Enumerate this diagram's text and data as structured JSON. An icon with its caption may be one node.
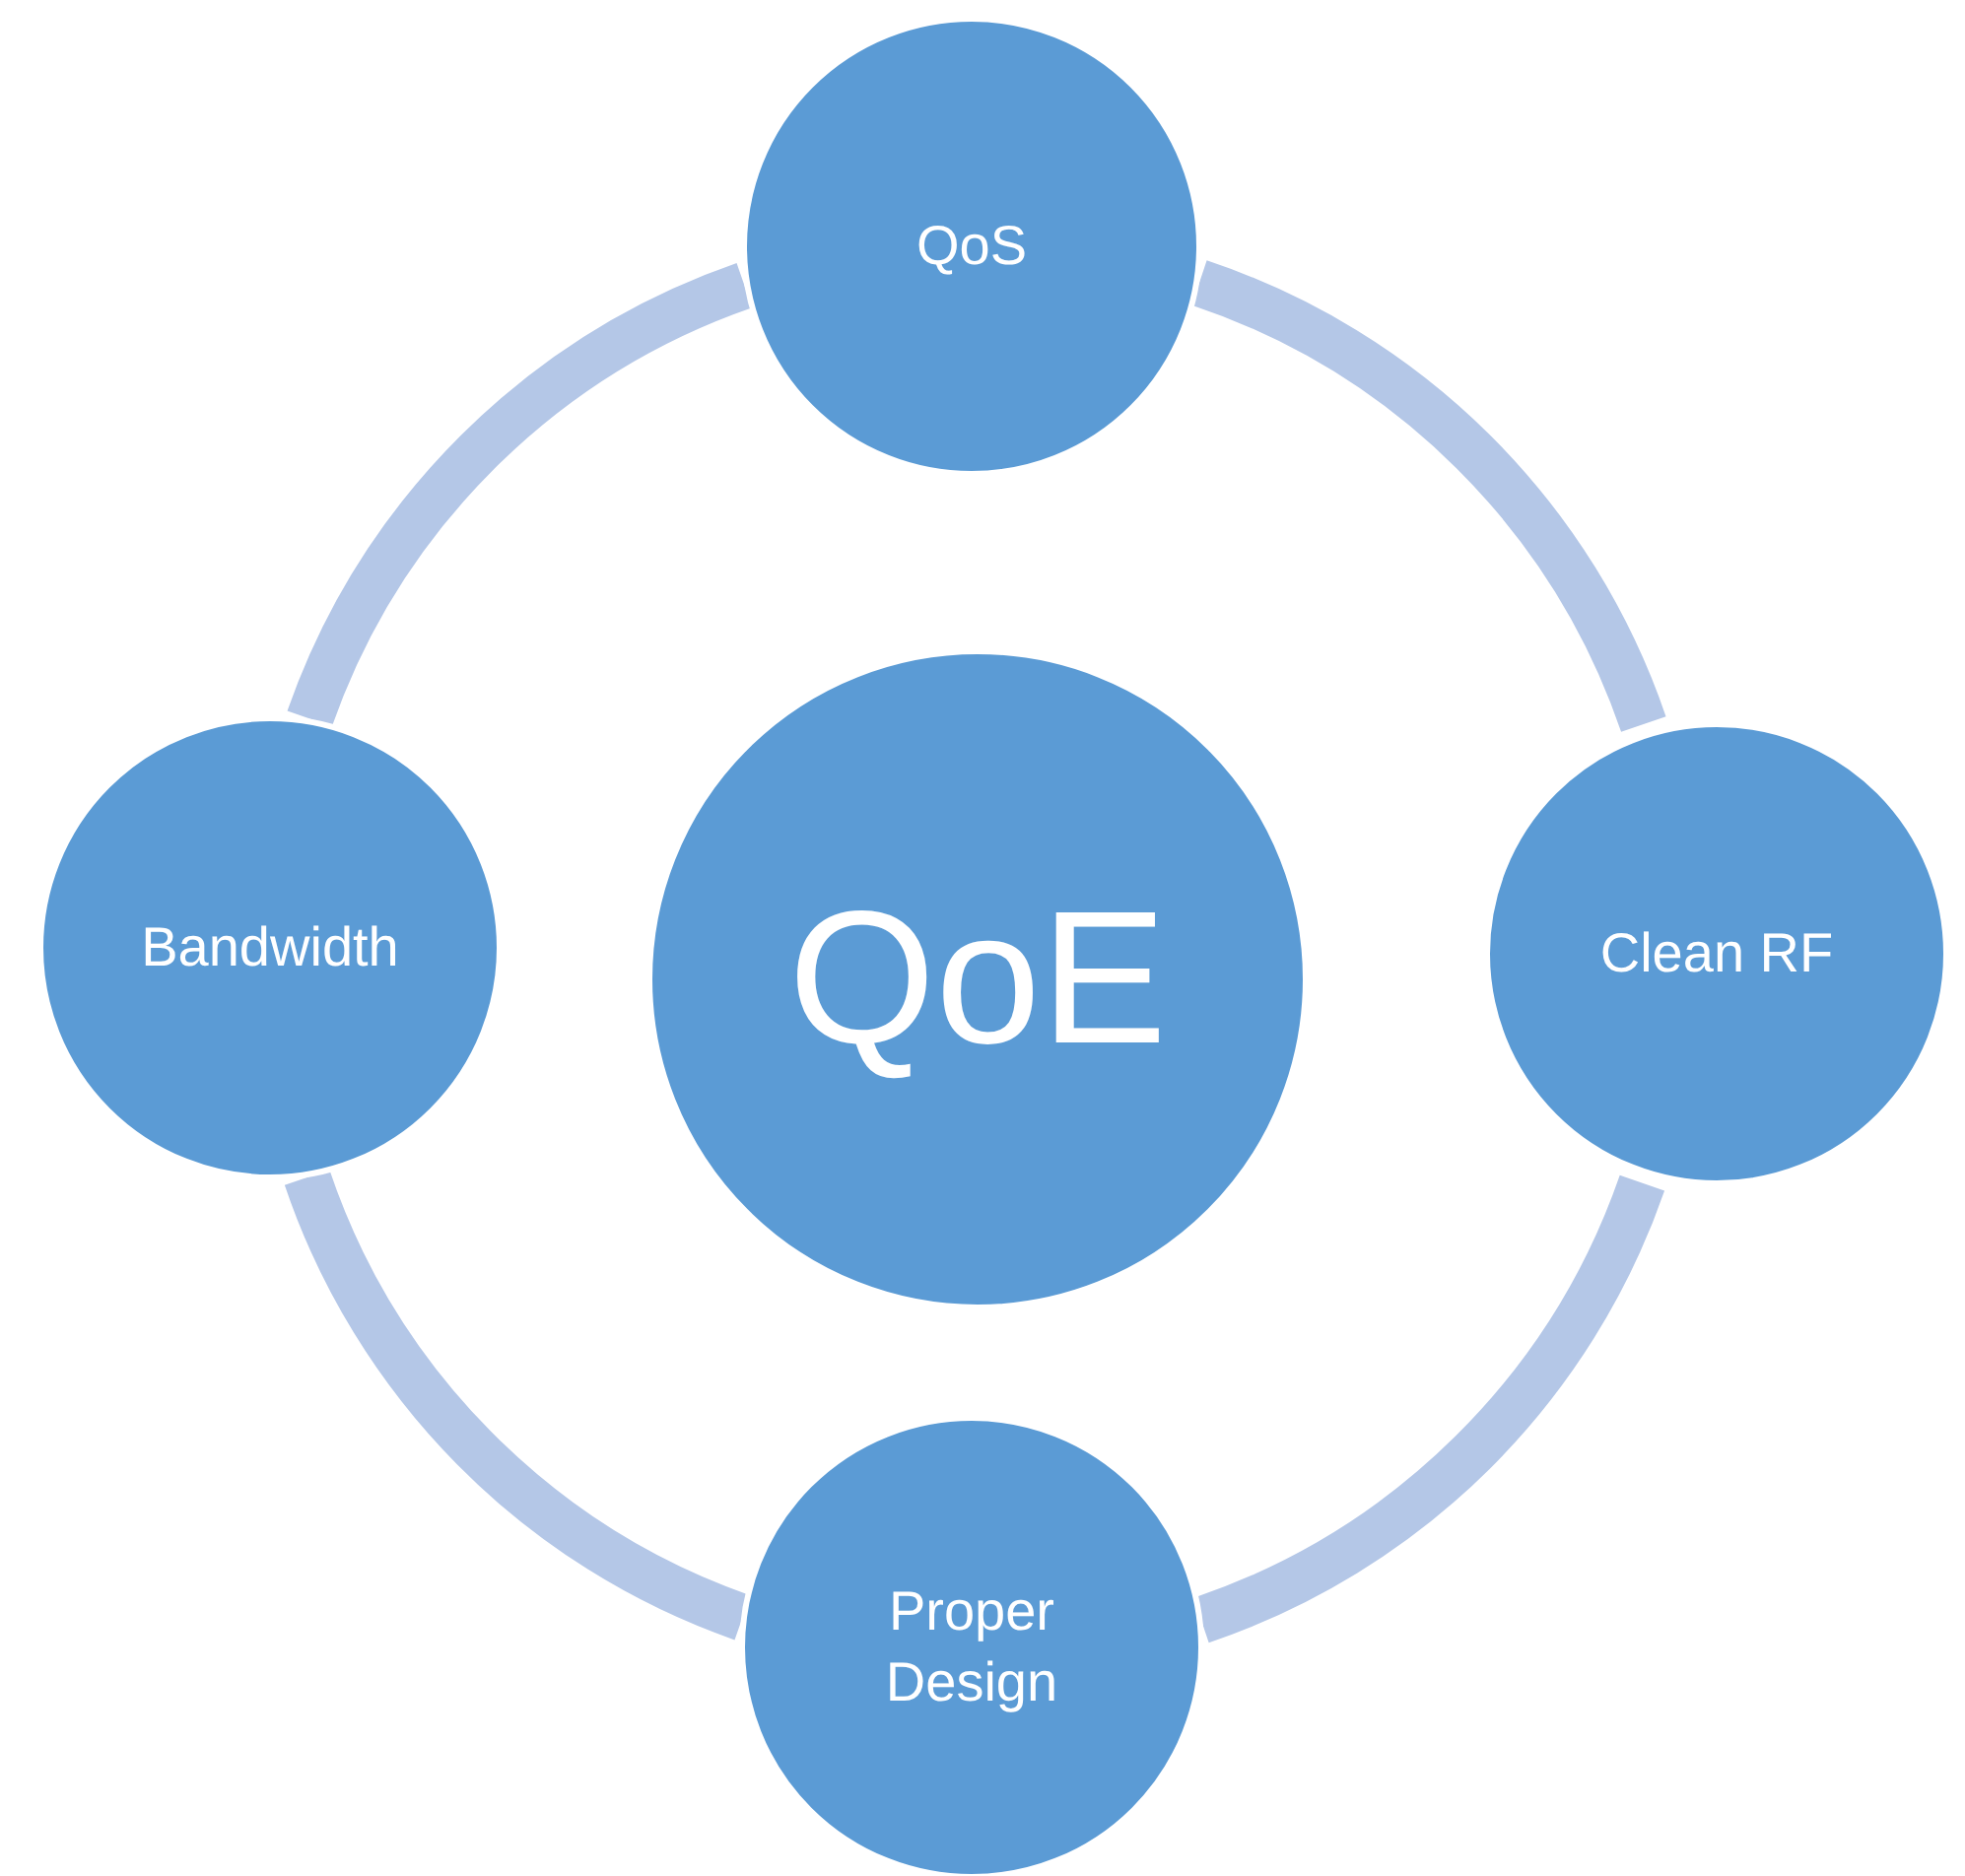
{
  "diagram": {
    "nodes": [
      {
        "text": [
          "QoS"
        ]
      },
      {
        "text": [
          "Bandwidth"
        ]
      },
      {
        "text": [
          "QoE"
        ]
      },
      {
        "text": [
          "Clean RF"
        ]
      },
      {
        "text": [
          "Proper Design"
        ]
      }
    ],
    "edges": [
      {
        "from": 0,
        "to": 3,
        "arrow": "none"
      },
      {
        "from": 3,
        "to": 4,
        "arrow": "none"
      },
      {
        "from": 4,
        "to": 1,
        "arrow": "none"
      },
      {
        "from": 1,
        "to": 0,
        "arrow": "none"
      }
    ]
  }
}
